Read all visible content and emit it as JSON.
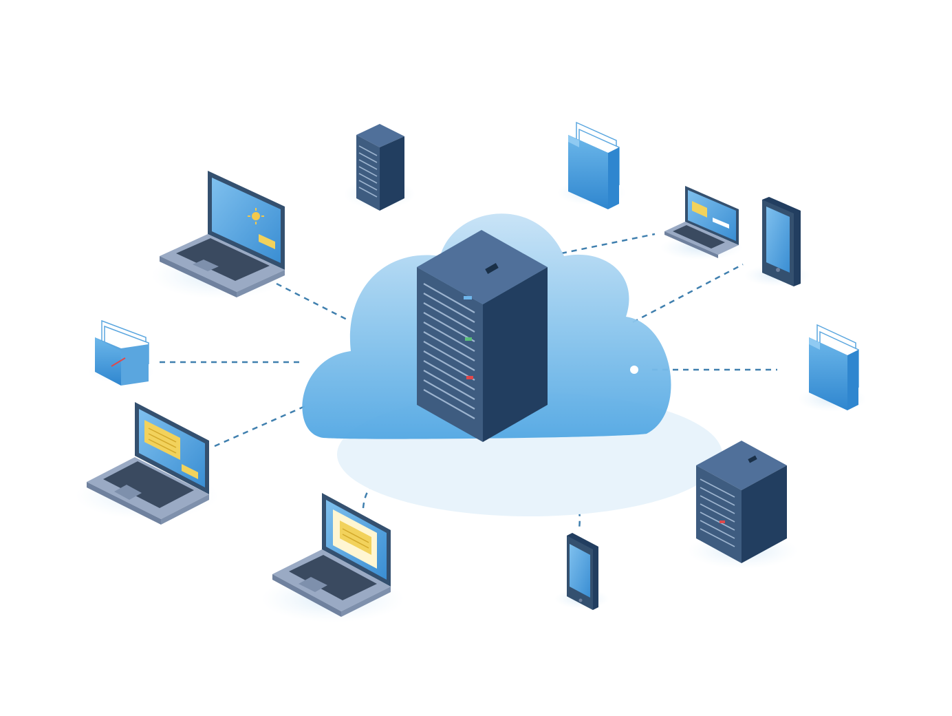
{
  "diagram": {
    "nodes": [
      {
        "name": "cloud-hub",
        "kind": "cloud"
      },
      {
        "name": "central-server",
        "kind": "server-tower"
      },
      {
        "name": "laptop-top-left",
        "kind": "laptop",
        "screen": "sun-icon-and-notification"
      },
      {
        "name": "server-top",
        "kind": "server-tower"
      },
      {
        "name": "folder-top-right",
        "kind": "file-folder"
      },
      {
        "name": "laptop-right-small",
        "kind": "laptop",
        "screen": "document"
      },
      {
        "name": "tablet-right",
        "kind": "tablet"
      },
      {
        "name": "folder-left",
        "kind": "mail-folder"
      },
      {
        "name": "folder-right",
        "kind": "file-folder"
      },
      {
        "name": "laptop-left-middle",
        "kind": "laptop",
        "screen": "document"
      },
      {
        "name": "laptop-bottom-center",
        "kind": "laptop",
        "screen": "document"
      },
      {
        "name": "phone-bottom",
        "kind": "smartphone"
      },
      {
        "name": "server-bottom-right",
        "kind": "server-tower"
      }
    ],
    "connection_style": "dashed",
    "colors": {
      "cloud": "#79bfe9",
      "server_dark": "#2c4a6e",
      "server_face": "#3e5c80",
      "laptop_body": "#9aaac4",
      "screen": "#4c9ddb",
      "folder": "#3d94d6",
      "note": "#f2d25c",
      "link": "#3f7fae"
    }
  }
}
